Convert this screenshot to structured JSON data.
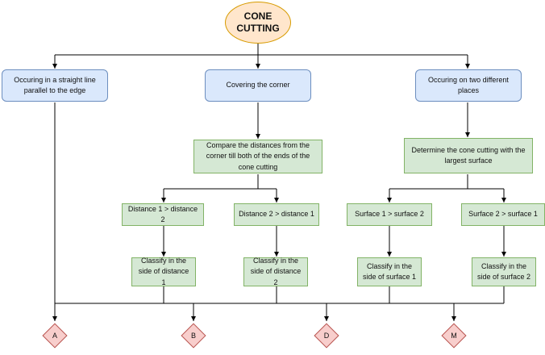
{
  "title": "CONE CUTTING",
  "top_cases": {
    "straight_line": "Occuring in a straight line parallel to the edge",
    "corner": "Covering the corner",
    "two_places": "Occuring on two different places"
  },
  "corner_branch": {
    "compare": "Compare the distances from the corner till both of the ends of the cone cutting",
    "d1_gt_d2": "Distance 1 > distance 2",
    "d2_gt_d1": "Distance 2 > distance 1",
    "classify_d1": "Classify in the side of distance 1",
    "classify_d2": "Classify in the side of distance 2"
  },
  "two_places_branch": {
    "determine": "Determine the cone cutting with the largest surface",
    "s1_gt_s2": "Surface 1 > surface 2",
    "s2_gt_s1": "Surface 2 > surface 1",
    "classify_s1": "Classify in the side of surface 1",
    "classify_s2": "Classify in the side of surface 2"
  },
  "outcomes": {
    "a": "A",
    "b": "B",
    "d": "D",
    "m": "M"
  },
  "colors": {
    "root_fill": "#ffe6cc",
    "root_stroke": "#d79b00",
    "case_fill": "#dae8fc",
    "case_stroke": "#6c8ebf",
    "step_fill": "#d5e8d4",
    "step_stroke": "#82b366",
    "outcome_fill": "#f8cecc",
    "outcome_stroke": "#b85450",
    "connector": "#000000"
  }
}
